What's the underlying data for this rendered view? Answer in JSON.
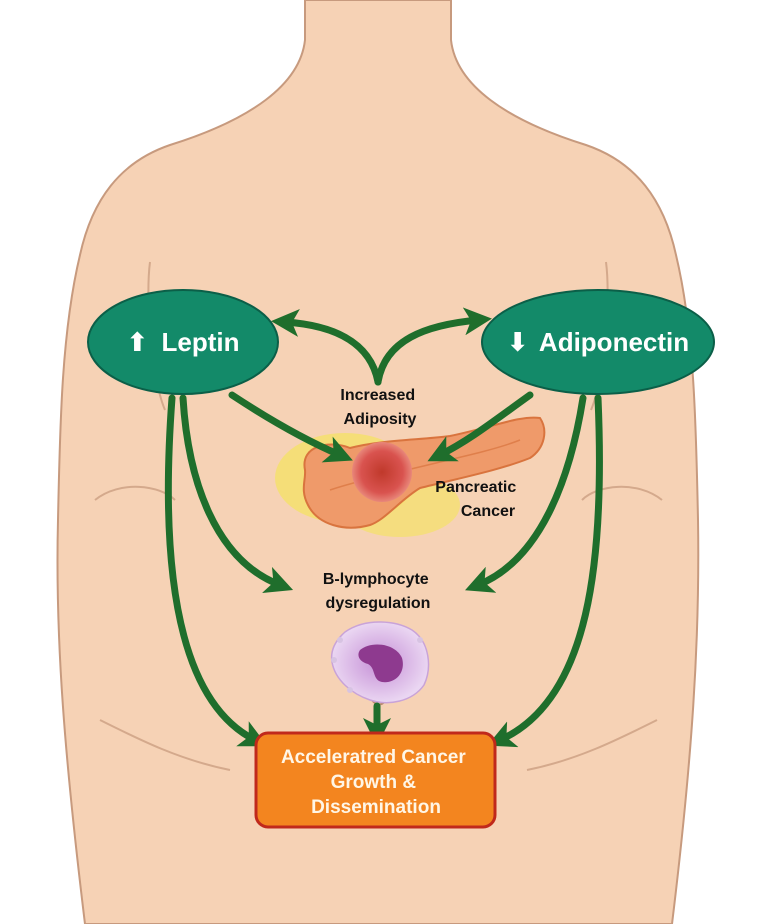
{
  "nodes": {
    "leptin": {
      "arrow": "⬆",
      "label": "Leptin"
    },
    "adiponectin": {
      "arrow": "⬇",
      "label": "Adiponectin"
    },
    "adiposity": {
      "line1": "Increased",
      "line2": "Adiposity"
    },
    "pancreatic": {
      "line1": "Pancreatic",
      "line2": "Cancer"
    },
    "blymph": {
      "line1": "B-lymphocyte",
      "line2": "dysregulation"
    },
    "outcome": {
      "line1": "Acceleratred Cancer",
      "line2": "Growth &",
      "line3": "Dissemination"
    }
  },
  "icons": {
    "torso": "human-torso-illustration",
    "pancreas": "pancreas-with-tumor-illustration",
    "cell": "b-lymphocyte-cell-illustration"
  },
  "colors": {
    "skin": "#f6d2b5",
    "skin_outline": "#c79a7e",
    "oval_fill": "#138a69",
    "arrow": "#1f6e2c",
    "box_fill": "#f3851f",
    "box_border": "#c0291b"
  }
}
